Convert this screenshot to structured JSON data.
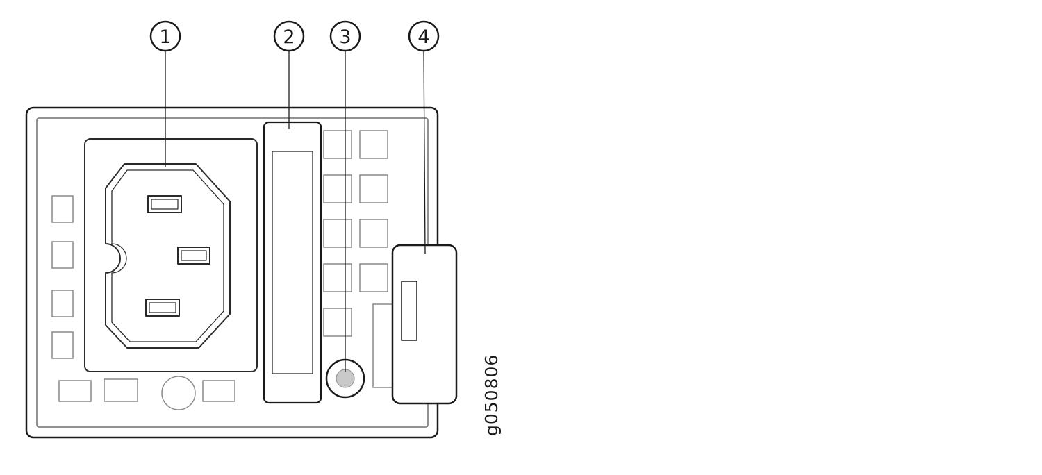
{
  "figure": {
    "code": "g050806"
  },
  "callouts": [
    {
      "label": "1"
    },
    {
      "label": "2"
    },
    {
      "label": "3"
    },
    {
      "label": "4"
    }
  ],
  "colors": {
    "line": "#1a1a1a",
    "secondary_line": "#8a8a8a",
    "button_fill": "#c9c9c9",
    "background": "#ffffff"
  }
}
